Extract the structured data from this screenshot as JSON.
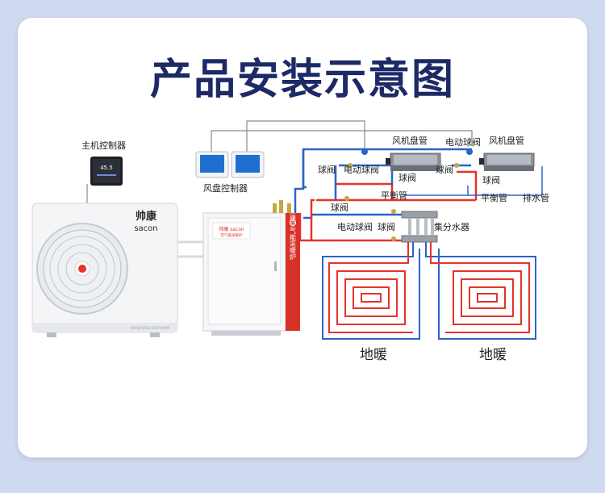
{
  "page": {
    "title": "产品安装示意图"
  },
  "labels": {
    "host_controller": "主机控制器",
    "controller_display": "45.5",
    "fan_coil_controller": "风盘控制器",
    "fan_coil_unit": "风机盘管",
    "ball_valve": "球阀",
    "electric_ball_valve": "电动球阀",
    "balance_pipe": "平衡管",
    "drain_pipe": "排水管",
    "manifold": "集分水器",
    "floor_heating": "地暖"
  },
  "unit": {
    "brand_cn": "帅康",
    "brand_en": "sacon",
    "badge": "帅康 sacon",
    "panel_line": "空气能采暖炉",
    "side_text": "帅康空气能采暖炉",
    "footer": "AIR SOURCE HEAT PUMP"
  },
  "colors": {
    "hot": "#e8322b",
    "cold": "#2d63c6",
    "wire": "#8a8a8a",
    "title": "#1d2a66",
    "background": "#cfd9ef"
  }
}
